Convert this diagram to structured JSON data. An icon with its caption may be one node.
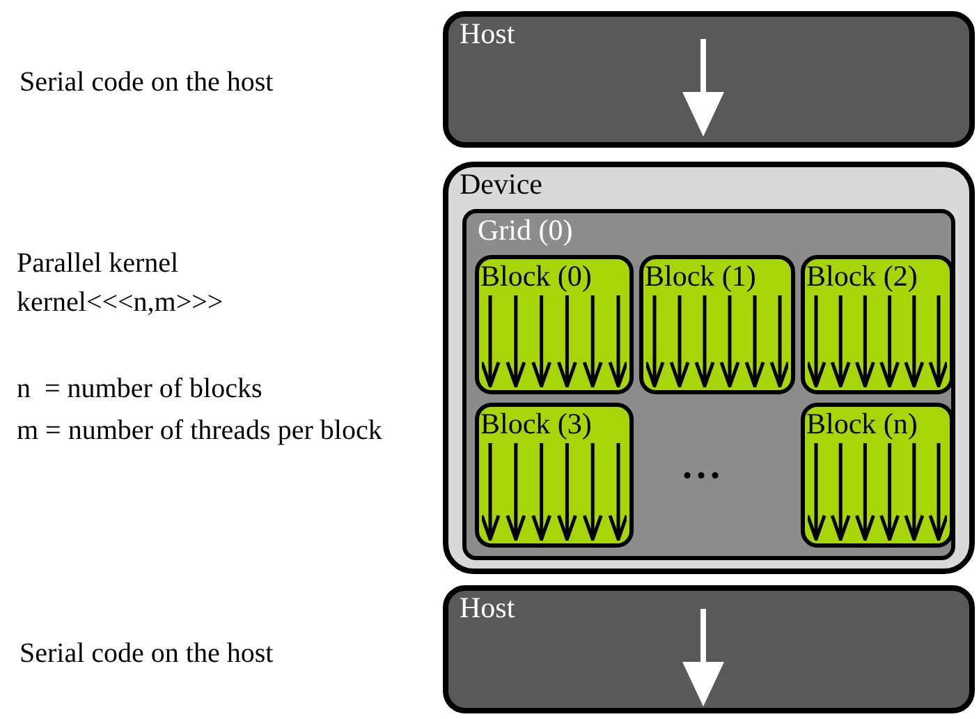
{
  "diagram": {
    "nodes": [
      {
        "text": [
          "Host"
        ]
      },
      {
        "text": [
          "Device"
        ]
      },
      {
        "text": [
          "Grid (0)"
        ],
        "in": 1
      },
      {
        "text": [
          "Block (0)"
        ],
        "in": 2
      },
      {
        "text": [
          "Block (1)"
        ],
        "in": 2
      },
      {
        "text": [
          "Block (2)"
        ],
        "in": 2
      },
      {
        "text": [
          "Block (3)"
        ],
        "in": 2
      },
      {
        "text": [
          "Block (n)"
        ],
        "in": 2
      },
      {
        "text": [
          "Host"
        ]
      }
    ],
    "edges": [],
    "labels": [
      "Serial code on the host",
      "Parallel kernel",
      "kernel<<<n,m>>>",
      "n  = number of blocks",
      "m = number of threads per block",
      "...",
      "Serial code on the host"
    ]
  }
}
